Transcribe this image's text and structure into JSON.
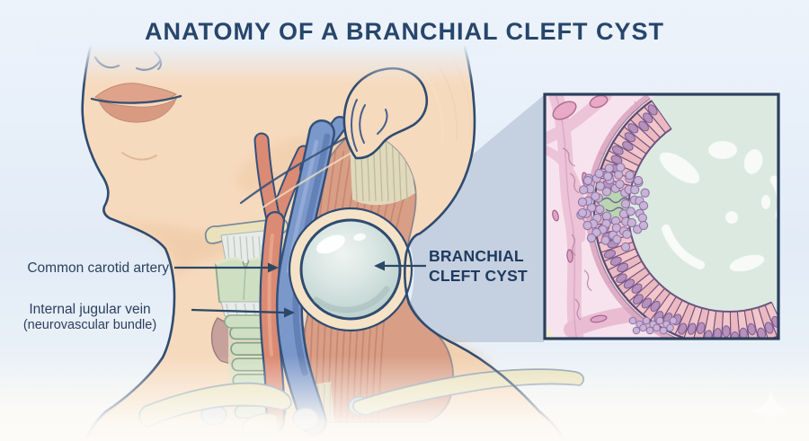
{
  "title": "ANATOMY OF A BRANCHIAL CLEFT CYST",
  "labels": {
    "carotid": {
      "text": "Common carotid artery"
    },
    "jugular": {
      "line1": "Internal jugular vein",
      "line2": "(neurovascular bundle)"
    },
    "cyst": {
      "line1": "BRANCHIAL",
      "line2": "CLEFT CYST"
    }
  },
  "watermark": {
    "icon": "sparkle-icon"
  },
  "colors": {
    "background": "#e9f1fa",
    "title": "#27466b",
    "label": "#2b3f5e",
    "cyst_label": "#1e3a5f",
    "arrow": "#2c4866",
    "outline": "#2e4b70",
    "skin": "#f6dabd",
    "skin_shadow": "#ecc49f",
    "lips": "#dfa38b",
    "artery": "#db8a73",
    "vein": "#7b98cb",
    "muscle": "#d99e86",
    "tendon": "#e2dec2",
    "cartilage": "#cfe0c2",
    "membrane": "#e8ebe8",
    "bone": "#e9e2bc",
    "gland": "#c7a29c",
    "cyst": "#c3d6d3",
    "halo": "#f5e3c8",
    "beam": "#c5d0e0",
    "inset_border": "#2b3f5c",
    "stroma": "#f7e3ed",
    "stroma_band": "#ecc3d7",
    "fiber": "#b77f9f",
    "lumen": "#dce9e1",
    "epithelium": "#f3c6ca",
    "epithelium_alt": "#edb9c0",
    "cell_border": "#6b5480",
    "nucleus": "#b791bb",
    "lymphoid": "#c9b3d6",
    "lymphoid_edge": "#8f76a8",
    "germinal": "#b9d6b0"
  }
}
